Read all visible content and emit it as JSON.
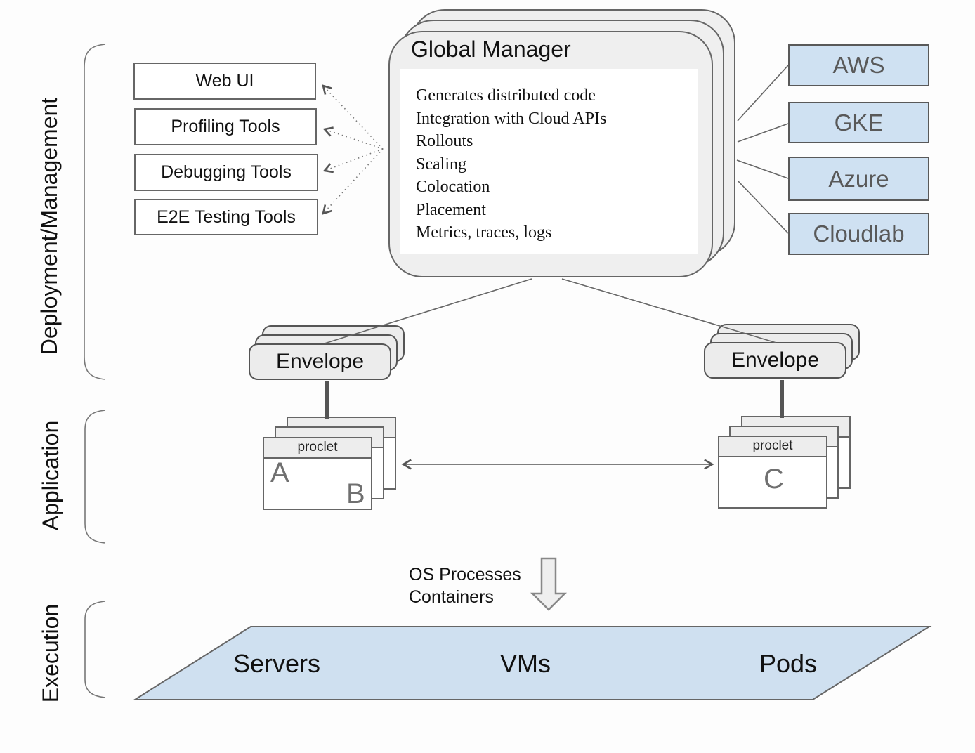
{
  "layers": [
    "Deployment/Management",
    "Application",
    "Execution"
  ],
  "tools": [
    "Web UI",
    "Profiling Tools",
    "Debugging Tools",
    "E2E Testing Tools"
  ],
  "global_manager": {
    "title": "Global Manager",
    "features": [
      "Generates distributed code",
      "Integration with Cloud APIs",
      "Rollouts",
      "Scaling",
      "Colocation",
      "Placement",
      "Metrics, traces, logs"
    ]
  },
  "clouds": [
    "AWS",
    "GKE",
    "Azure",
    "Cloudlab"
  ],
  "envelopes": {
    "left": "Envelope",
    "right": "Envelope"
  },
  "proclets": {
    "left": {
      "header": "proclet",
      "letters": [
        "A",
        "B"
      ]
    },
    "right": {
      "header": "proclet",
      "letters": [
        "C"
      ]
    }
  },
  "execution_note": {
    "lines": [
      "OS Processes",
      "Containers"
    ]
  },
  "platforms": [
    "Servers",
    "VMs",
    "Pods"
  ],
  "colors": {
    "background": "#fdfdfd",
    "blue_fill": "#cfe1f2",
    "gray_fill": "#efefef",
    "border_gray": "#595959",
    "cloud_text": "#595959",
    "letter_gray": "#707070"
  }
}
